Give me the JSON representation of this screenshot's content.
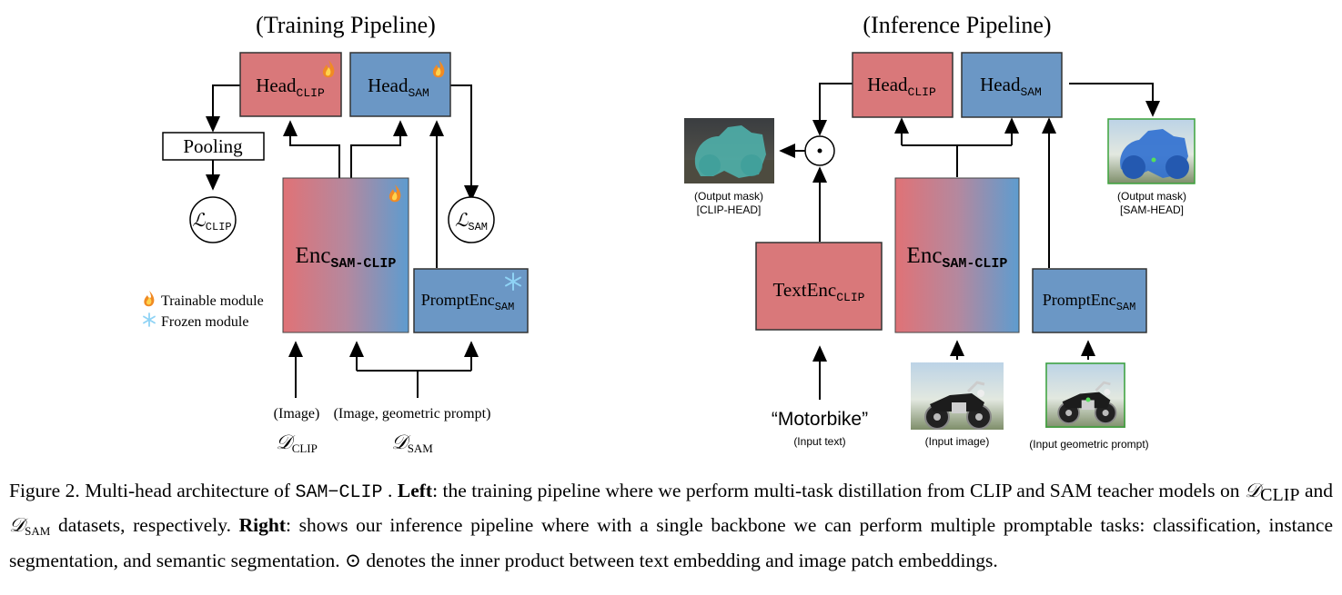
{
  "training": {
    "title": "(Training Pipeline)",
    "head_clip": {
      "base": "Head",
      "sub": "CLIP"
    },
    "head_sam": {
      "base": "Head",
      "sub": "SAM"
    },
    "pooling": "Pooling",
    "loss_clip": {
      "base": "ℒ",
      "sub": "CLIP"
    },
    "loss_sam": {
      "base": "ℒ",
      "sub": "SAM"
    },
    "encoder": {
      "base": "Enc",
      "sub": "SAM-CLIP"
    },
    "prompt_enc": {
      "base": "PromptEnc",
      "sub": "SAM"
    },
    "legend_trainable": "Trainable module",
    "legend_frozen": "Frozen module",
    "input_image": "(Image)",
    "input_image_prompt": "(Image, geometric prompt)",
    "dataset_clip": {
      "base": "𝒟",
      "sub": "CLIP"
    },
    "dataset_sam": {
      "base": "𝒟",
      "sub": "SAM"
    }
  },
  "inference": {
    "title": "(Inference Pipeline)",
    "head_clip": {
      "base": "Head",
      "sub": "CLIP"
    },
    "head_sam": {
      "base": "Head",
      "sub": "SAM"
    },
    "text_enc": {
      "base": "TextEnc",
      "sub": "CLIP"
    },
    "encoder": {
      "base": "Enc",
      "sub": "SAM-CLIP"
    },
    "prompt_enc": {
      "base": "PromptEnc",
      "sub": "SAM"
    },
    "dot_symbol": "⊙",
    "output_mask_clip": [
      "(Output mask)",
      "[CLIP-HEAD]"
    ],
    "output_mask_sam": [
      "(Output mask)",
      "[SAM-HEAD]"
    ],
    "input_text_value": "“Motorbike”",
    "input_text_label": "(Input text)",
    "input_image_label": "(Input image)",
    "input_prompt_label": "(Input geometric prompt)"
  },
  "caption": {
    "p1": "Figure 2.  Multi-head architecture of ",
    "model": "SAM−CLIP",
    "p2": " . ",
    "left_bold": "Left",
    "p3": ":  the training pipeline where we perform multi-task distillation from CLIP and SAM teacher models on ",
    "d1": "𝒟",
    "d1_sub": "CLIP",
    "p4": "  and ",
    "d2": "𝒟",
    "d2_sub": "SAM",
    "p5": "  datasets, respectively. ",
    "right_bold": "Right",
    "p6": ": shows our inference pipeline where with a single backbone we can perform multiple promptable tasks: classification, instance segmentation, and semantic segmentation. ⊙ denotes the inner product between text embedding and image patch embeddings."
  },
  "colors": {
    "clip_red": "#d9787a",
    "sam_blue": "#6b97c5",
    "box_border": "#333333",
    "mask_teal": "#4fb6b0",
    "mask_blue": "#2f6fd0",
    "fire": "#f08a24",
    "snow": "#8fd3f5"
  },
  "icons": {
    "trainable": "fire-icon",
    "frozen": "snowflake-icon"
  }
}
